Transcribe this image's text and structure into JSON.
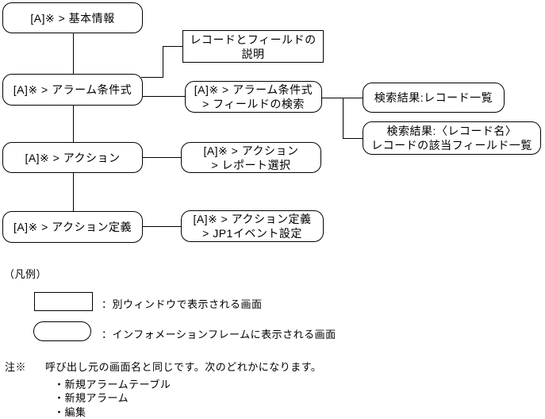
{
  "diagram": {
    "nodes": {
      "basic_info": {
        "line1": "[A]※ > 基本情報"
      },
      "record_field_desc": {
        "line1": "レコードとフィールドの",
        "line2": "説明"
      },
      "alarm_condition": {
        "line1": "[A]※ > アラーム条件式"
      },
      "field_search": {
        "line1": "[A]※ > アラーム条件式",
        "line2": "> フィールドの検索"
      },
      "search_result_records": {
        "line1": "検索結果:レコード一覧"
      },
      "search_result_fields": {
        "line1": "検索結果:〈レコード名〉",
        "line2": "レコードの該当フィールド一覧"
      },
      "action": {
        "line1": "[A]※ > アクション"
      },
      "report_select": {
        "line1": "[A]※ > アクション",
        "line2": "> レポート選択"
      },
      "action_definition": {
        "line1": "[A]※ > アクション定義"
      },
      "jp1_event": {
        "line1": "[A]※ > アクション定義",
        "line2": "> JP1イベント設定"
      }
    },
    "legend": {
      "title": "（凡例）",
      "window_label": "：別ウィンドウで表示される画面",
      "frame_label": "：インフォメーションフレームに表示される画面"
    },
    "note": {
      "prefix": "注※",
      "body": "呼び出し元の画面名と同じです。次のどれかになります。",
      "items": [
        "・新規アラームテーブル",
        "・新規アラーム",
        "・編集"
      ]
    },
    "colors": {
      "line": "#000000",
      "background": "#ffffff",
      "text": "#000000"
    }
  }
}
